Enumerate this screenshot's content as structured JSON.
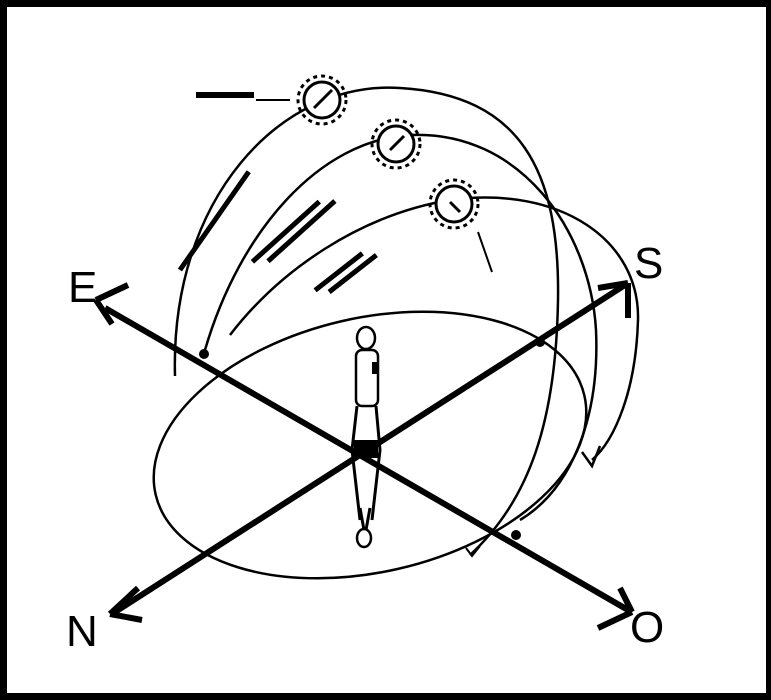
{
  "directions": {
    "east": "E",
    "south": "S",
    "north": "N",
    "west": "O"
  },
  "colors": {
    "ink": "#000000",
    "paper": "#ffffff"
  },
  "icons": [
    "sun-icon",
    "standing-person-icon"
  ]
}
